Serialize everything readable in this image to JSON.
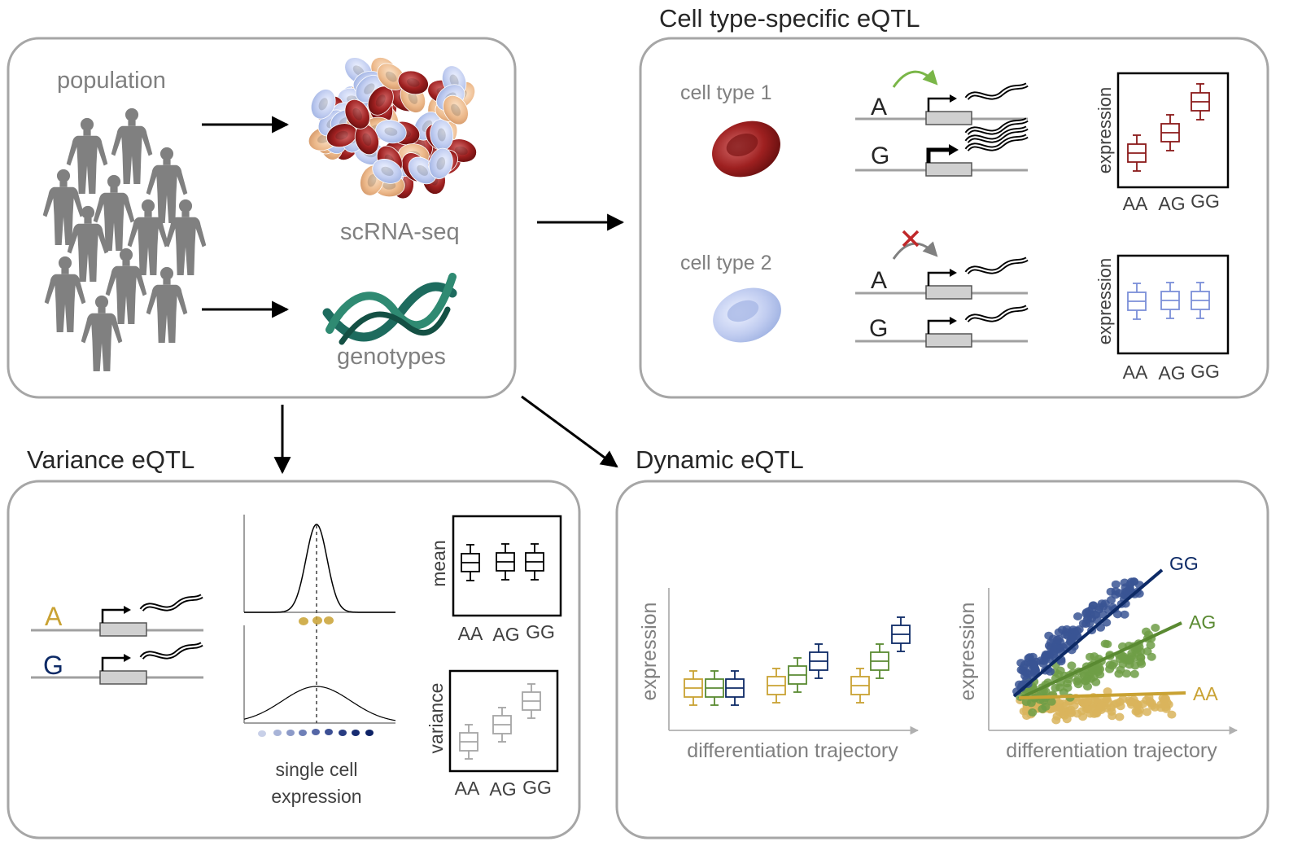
{
  "colors": {
    "panel_border": "#a6a6a6",
    "label_gray": "#808080",
    "red": "#8b1a1a",
    "blue": "#7b8fd8",
    "green": "#5a8a32",
    "navy": "#0d2a66",
    "gold": "#c9a233",
    "gray_line": "#a0a0a0",
    "box_light": "#a6a6a6"
  },
  "overview": {
    "population_label": "population",
    "scrna_label": "scRNA-seq",
    "genotypes_label": "genotypes"
  },
  "celltype_panel": {
    "title": "Cell type-specific eQTL",
    "cell_type_1": "cell type 1",
    "cell_type_2": "cell type 2",
    "allele_a": "A",
    "allele_g": "G",
    "ylabel": "expression",
    "genotypes": [
      "AA",
      "AG",
      "GG"
    ]
  },
  "variance_panel": {
    "title": "Variance eQTL",
    "allele_a": "A",
    "allele_g": "G",
    "xlabel_line1": "single cell",
    "xlabel_line2": "expression",
    "mean_label": "mean",
    "variance_label": "variance",
    "genotypes": [
      "AA",
      "AG",
      "GG"
    ]
  },
  "dynamic_panel": {
    "title": "Dynamic eQTL",
    "ylabel": "expression",
    "xlabel": "differentiation trajectory",
    "series": [
      "GG",
      "AG",
      "AA"
    ]
  }
}
